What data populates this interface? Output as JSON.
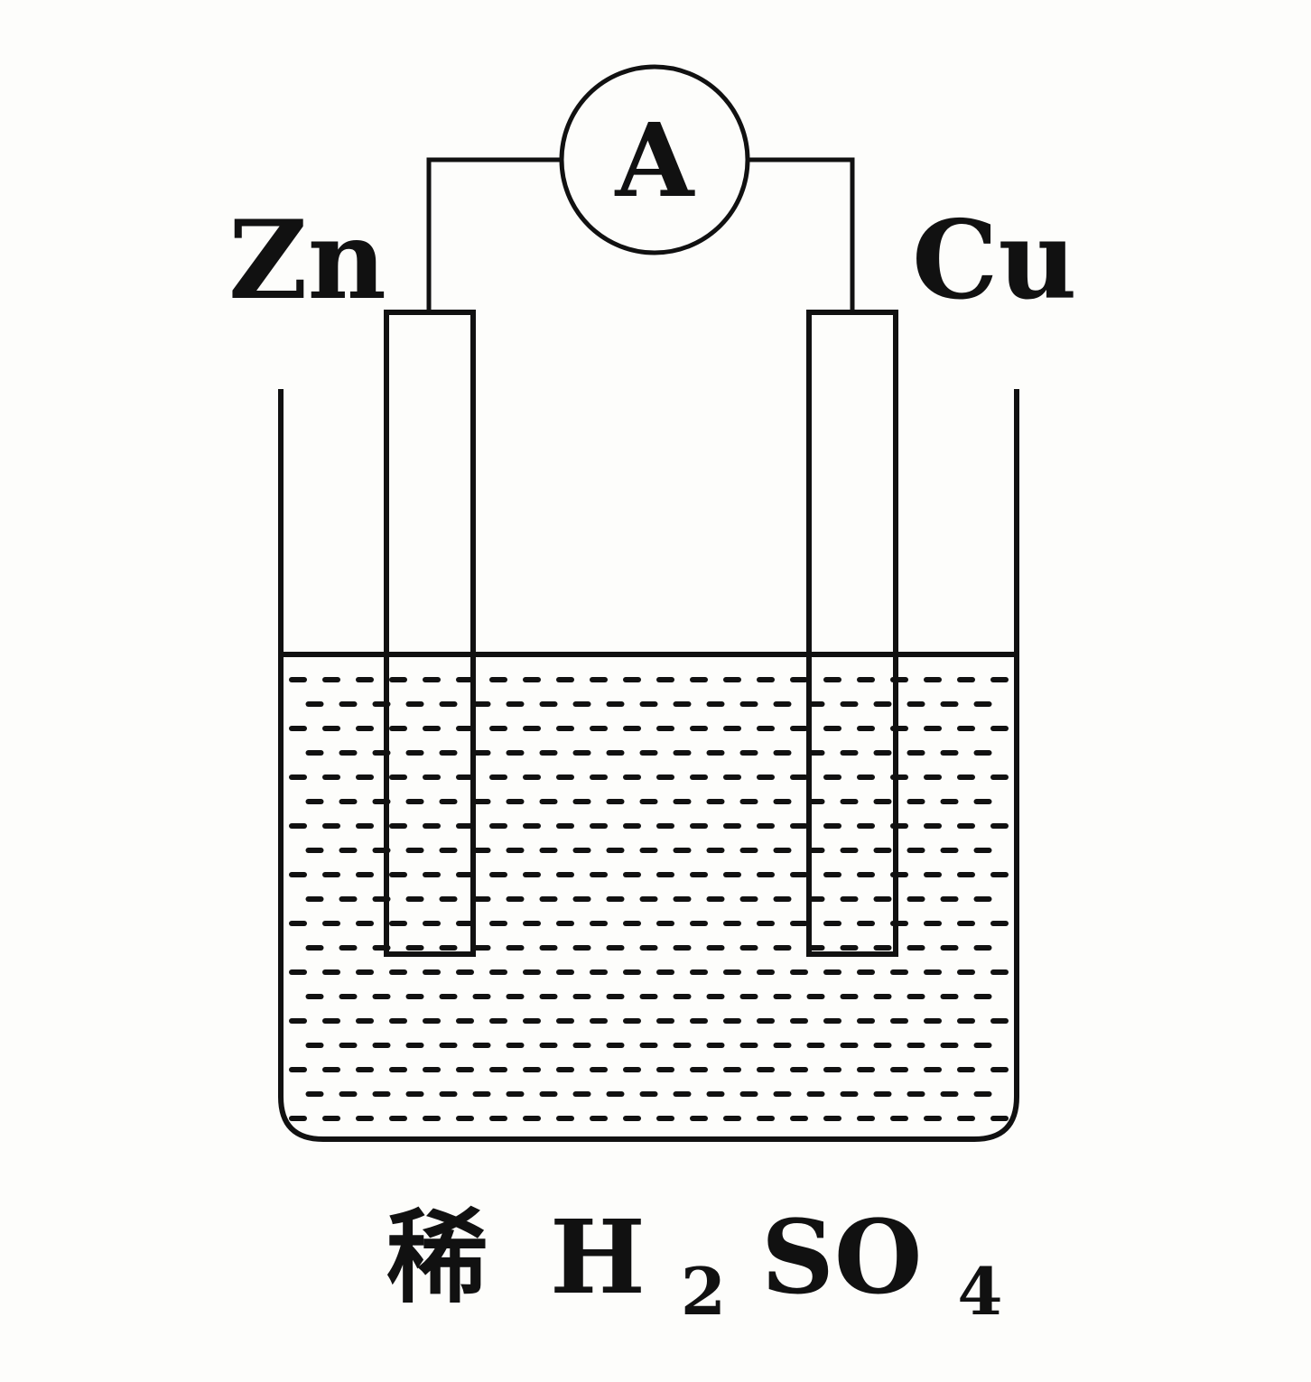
{
  "colors": {
    "ink": "#111111",
    "background": "#fdfdfb"
  },
  "ammeter": {
    "symbol": "A"
  },
  "electrodes": {
    "left": {
      "label": "Zn"
    },
    "right": {
      "label": "Cu"
    }
  },
  "solution": {
    "prefix": "稀",
    "formula_parts": {
      "h": "H",
      "h_sub": "2",
      "so": "SO",
      "o_sub": "4"
    }
  }
}
